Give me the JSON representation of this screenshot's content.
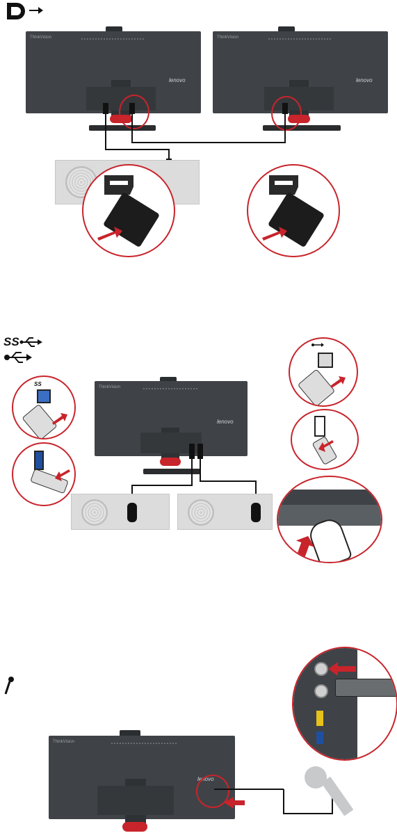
{
  "brand_badge": "ThinkVision",
  "logo_text": "lenovo",
  "icons": {
    "displayport": "displayport-icon",
    "daisy_chain_arrow": "arrow-right-icon",
    "usb_superspeed": "usb-ss-icon",
    "usb": "usb-icon",
    "microphone": "microphone-icon"
  },
  "usb_ss_label": "SS",
  "colors": {
    "accent_red": "#c8242b",
    "monitor_body": "#3f4347",
    "background": "#ffffff"
  }
}
